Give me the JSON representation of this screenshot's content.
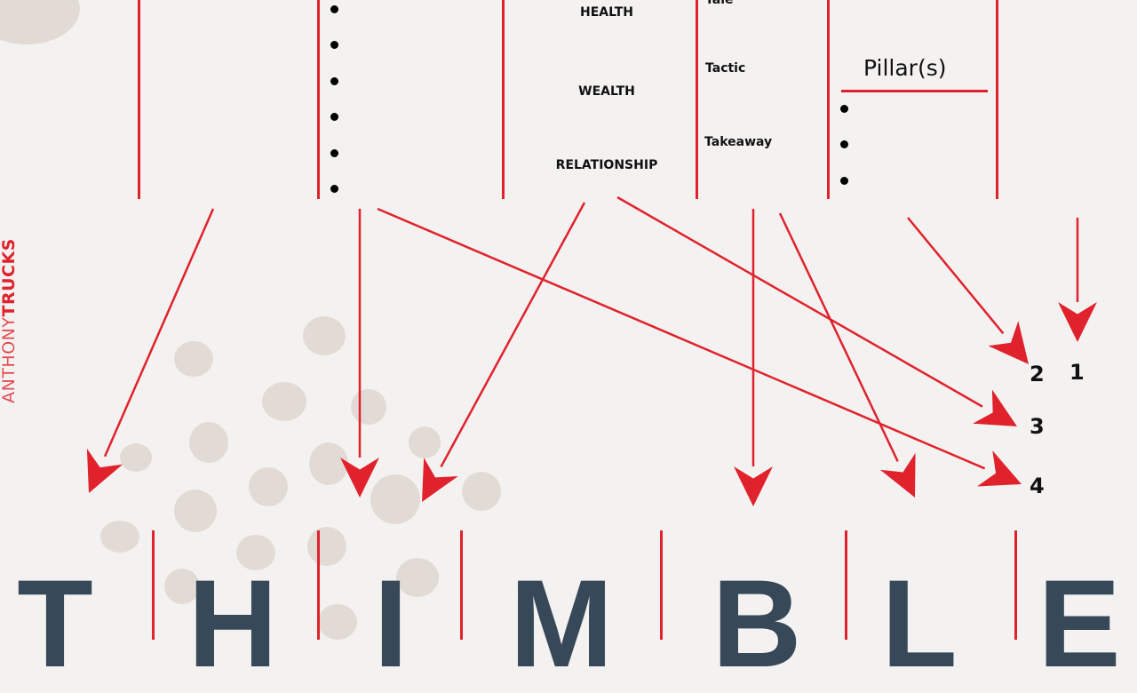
{
  "brand": {
    "first": "ANTHONY",
    "second": "TRUCKS"
  },
  "top_row": {
    "pillars": [
      "HEALTH",
      "WEALTH",
      "RELATIONSHIP"
    ],
    "t_items": [
      "Tale",
      "Tactic",
      "Takeaway"
    ],
    "pillar_heading": "Pillar(s)"
  },
  "numbers": [
    "1",
    "2",
    "3",
    "4"
  ],
  "acronym": [
    "T",
    "H",
    "I",
    "M",
    "B",
    "L",
    "E"
  ],
  "colors": {
    "accent": "#e0222d",
    "letters": "#374858",
    "background": "#f4f2f1",
    "blobs": "#ddd6d0"
  }
}
